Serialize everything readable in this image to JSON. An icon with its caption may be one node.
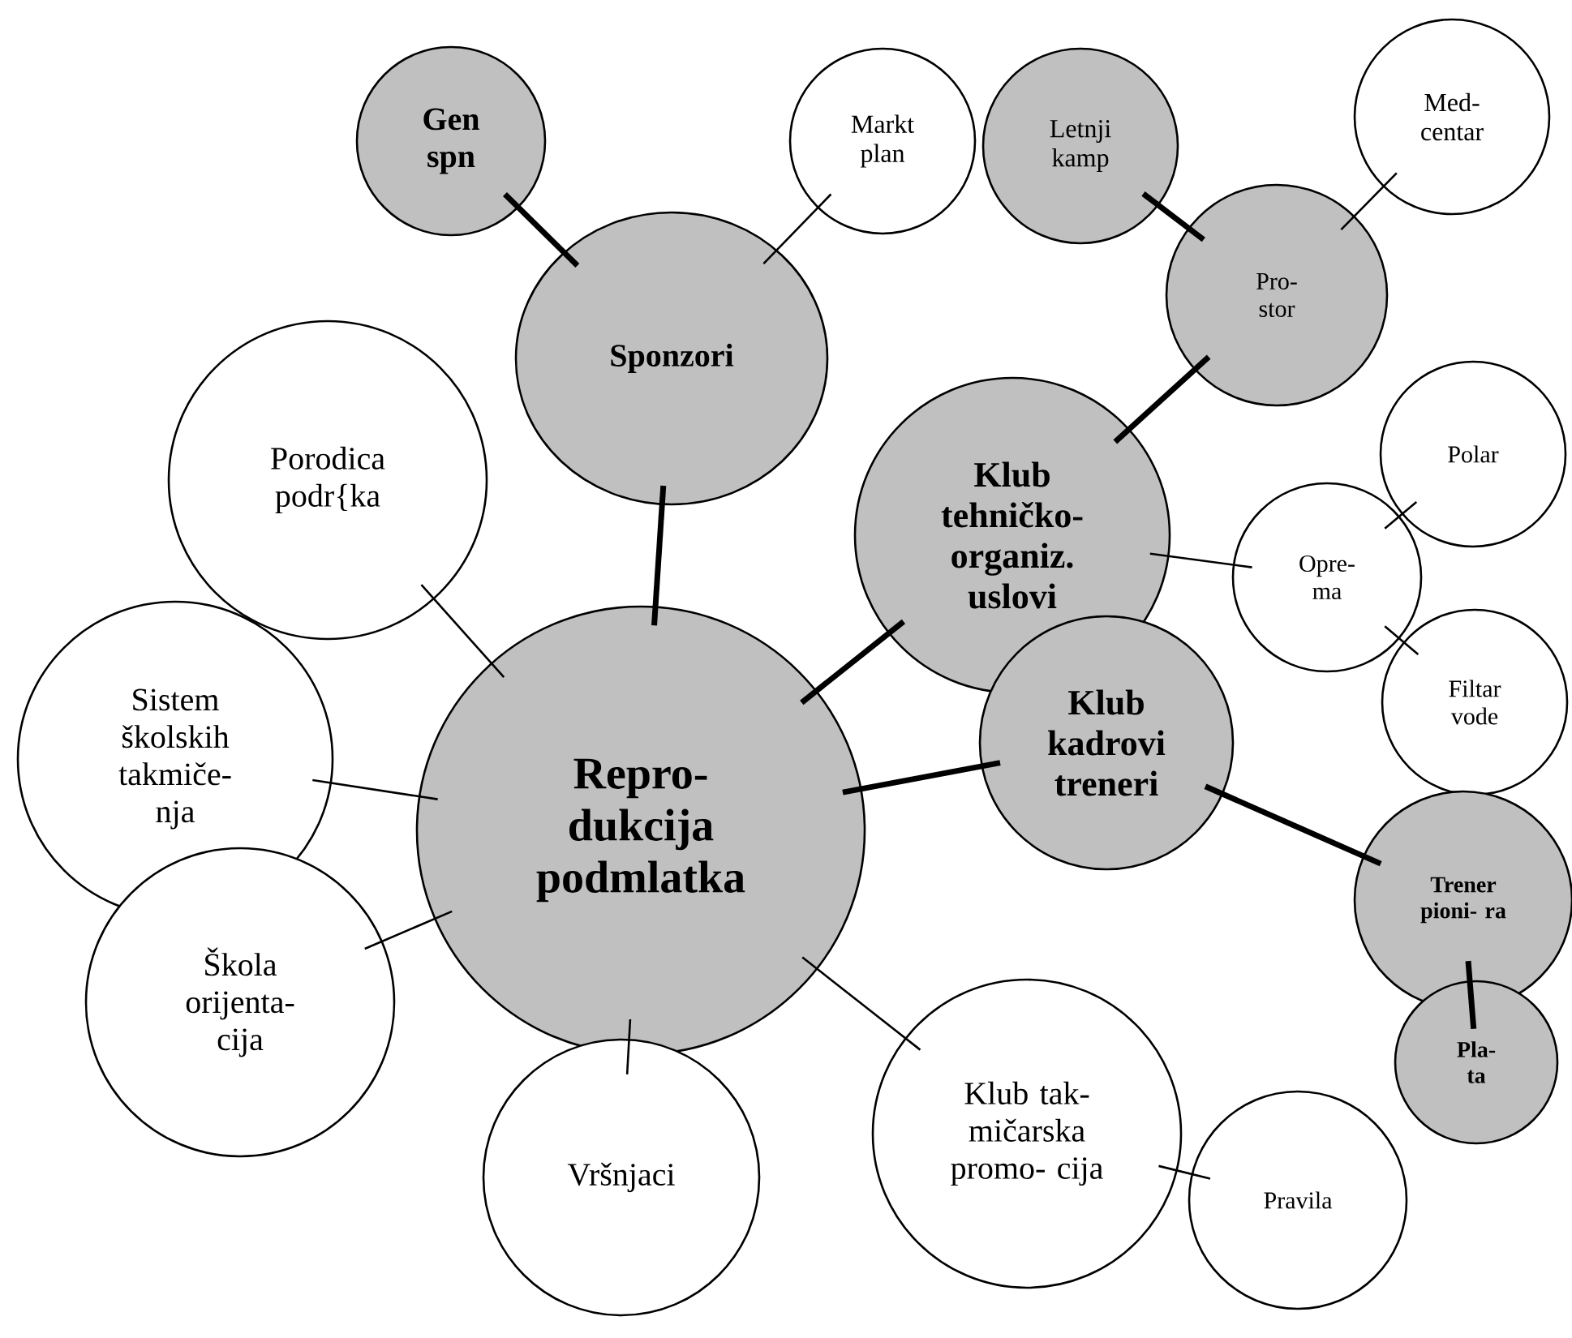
{
  "diagram": {
    "nodes": [
      {
        "text": [
          "Repro- dukcija podmlatka"
        ]
      },
      {
        "text": [
          "Sponzori"
        ]
      },
      {
        "text": [
          "Gen spn"
        ]
      },
      {
        "text": [
          "Markt plan"
        ]
      },
      {
        "text": [
          "Letnji kamp"
        ]
      },
      {
        "text": [
          "Med- centar"
        ]
      },
      {
        "text": [
          "Pro- stor"
        ]
      },
      {
        "text": [
          "Klub tehničko- organiz. uslovi"
        ]
      },
      {
        "text": [
          "Polar"
        ]
      },
      {
        "text": [
          "Opre- ma"
        ]
      },
      {
        "text": [
          "Filtar vode"
        ]
      },
      {
        "text": [
          "Klub kadrovi treneri"
        ]
      },
      {
        "text": [
          "Trener pioni- ra"
        ]
      },
      {
        "text": [
          "Pla- ta"
        ]
      },
      {
        "text": [
          "Porodica podr{ka"
        ]
      },
      {
        "text": [
          "Sistem školskih takmiče- nja"
        ]
      },
      {
        "text": [
          "Škola orijenta- cija"
        ]
      },
      {
        "text": [
          "Vršnjaci"
        ]
      },
      {
        "text": [
          "Klub tak- mičarska promo- cija"
        ]
      },
      {
        "text": [
          "Pravila"
        ]
      }
    ],
    "edges": [
      {
        "from": 0,
        "to": 1,
        "arrow": "none",
        "style": "thick"
      },
      {
        "from": 1,
        "to": 2,
        "arrow": "none",
        "style": "thick"
      },
      {
        "from": 1,
        "to": 3,
        "arrow": "none"
      },
      {
        "from": 0,
        "to": 7,
        "arrow": "none",
        "style": "thick"
      },
      {
        "from": 7,
        "to": 6,
        "arrow": "none",
        "style": "thick"
      },
      {
        "from": 6,
        "to": 4,
        "arrow": "none",
        "style": "thick"
      },
      {
        "from": 6,
        "to": 5,
        "arrow": "none"
      },
      {
        "from": 7,
        "to": 9,
        "arrow": "none"
      },
      {
        "from": 9,
        "to": 8,
        "arrow": "none"
      },
      {
        "from": 9,
        "to": 10,
        "arrow": "none"
      },
      {
        "from": 0,
        "to": 11,
        "arrow": "none",
        "style": "thick"
      },
      {
        "from": 11,
        "to": 12,
        "arrow": "none",
        "style": "thick"
      },
      {
        "from": 12,
        "to": 13,
        "arrow": "none",
        "style": "thick"
      },
      {
        "from": 0,
        "to": 14,
        "arrow": "none"
      },
      {
        "from": 0,
        "to": 15,
        "arrow": "none"
      },
      {
        "from": 0,
        "to": 16,
        "arrow": "none"
      },
      {
        "from": 0,
        "to": 17,
        "arrow": "none"
      },
      {
        "from": 0,
        "to": 18,
        "arrow": "none"
      },
      {
        "from": 18,
        "to": 19,
        "arrow": "none"
      }
    ]
  }
}
